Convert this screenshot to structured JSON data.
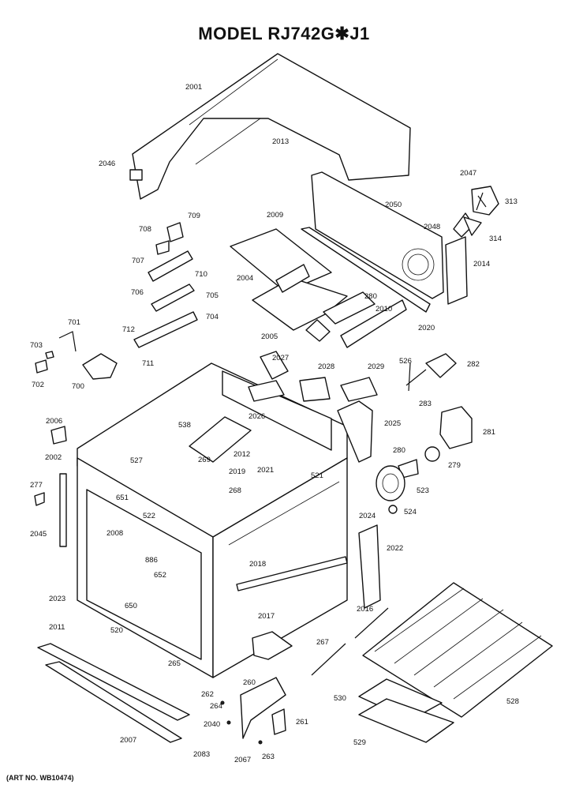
{
  "title": "MODEL RJ742G✱J1",
  "art_number": "(ART NO. WB10474)",
  "labels": [
    "2001",
    "2013",
    "2046",
    "2047",
    "313",
    "2050",
    "2048",
    "314",
    "2009",
    "2014",
    "709",
    "708",
    "707",
    "710",
    "2004",
    "280",
    "2010",
    "706",
    "705",
    "704",
    "2020",
    "2005",
    "712",
    "701",
    "703",
    "711",
    "702",
    "700",
    "2027",
    "2028",
    "2029",
    "526",
    "282",
    "283",
    "2026",
    "2025",
    "2006",
    "538",
    "2002",
    "527",
    "269",
    "2012",
    "2019",
    "2021",
    "521",
    "281",
    "280",
    "279",
    "277",
    "651",
    "268",
    "523",
    "524",
    "2024",
    "522",
    "2008",
    "2045",
    "886",
    "2022",
    "2018",
    "652",
    "2023",
    "650",
    "2016",
    "2011",
    "520",
    "2017",
    "267",
    "265",
    "260",
    "262",
    "264",
    "530",
    "528",
    "2007",
    "2040",
    "261",
    "529",
    "2083",
    "2067",
    "263"
  ]
}
